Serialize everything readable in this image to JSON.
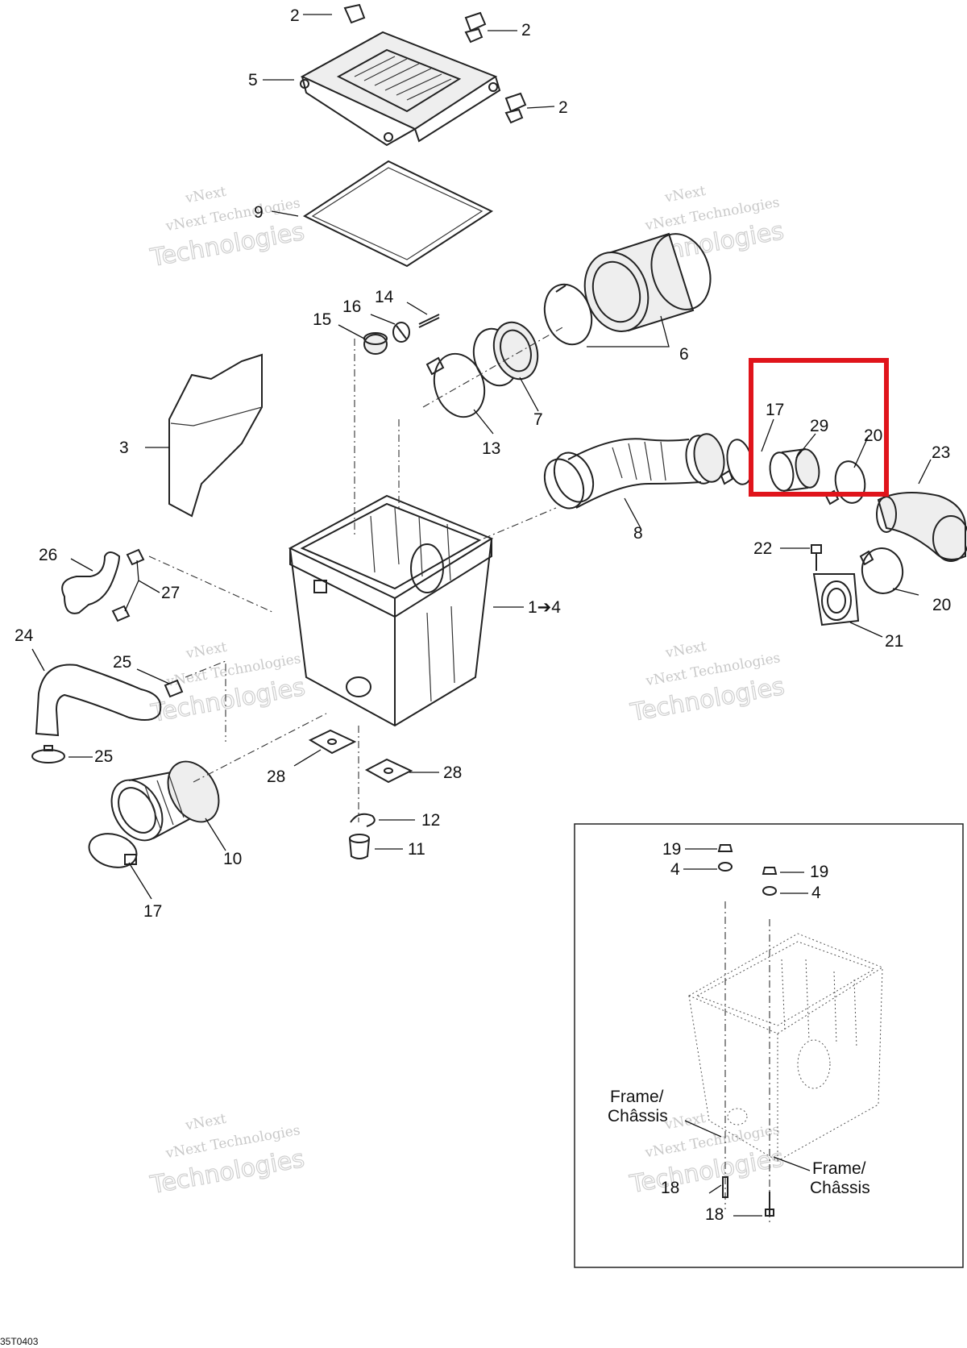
{
  "labels": {
    "p2a": "2",
    "p2b": "2",
    "p2c": "2",
    "p5": "5",
    "p9": "9",
    "p14": "14",
    "p16": "16",
    "p15": "15",
    "p6": "6",
    "p7": "7",
    "p13": "13",
    "p3": "3",
    "p17a": "17",
    "p29": "29",
    "p20a": "20",
    "p23": "23",
    "p8": "8",
    "p22": "22",
    "p26": "26",
    "p27": "27",
    "p1to4": "1➔4",
    "p20b": "20",
    "p21": "21",
    "p24": "24",
    "p25a": "25",
    "p25b": "25",
    "p28a": "28",
    "p28b": "28",
    "p12": "12",
    "p11": "11",
    "p10": "10",
    "p17b": "17"
  },
  "inset": {
    "p19a": "19",
    "p4a": "4",
    "p19b": "19",
    "p4b": "4",
    "frame_left_line1": "Frame/",
    "frame_left_line2": "Châssis",
    "frame_right_line1": "Frame/",
    "frame_right_line2": "Châssis",
    "p18a": "18",
    "p18b": "18"
  },
  "watermark": {
    "line1": "vNext Technologies",
    "line2": "Technologies",
    "line0": "vNext"
  },
  "figure_code": "35T0403",
  "highlight_color": "#e0141b"
}
